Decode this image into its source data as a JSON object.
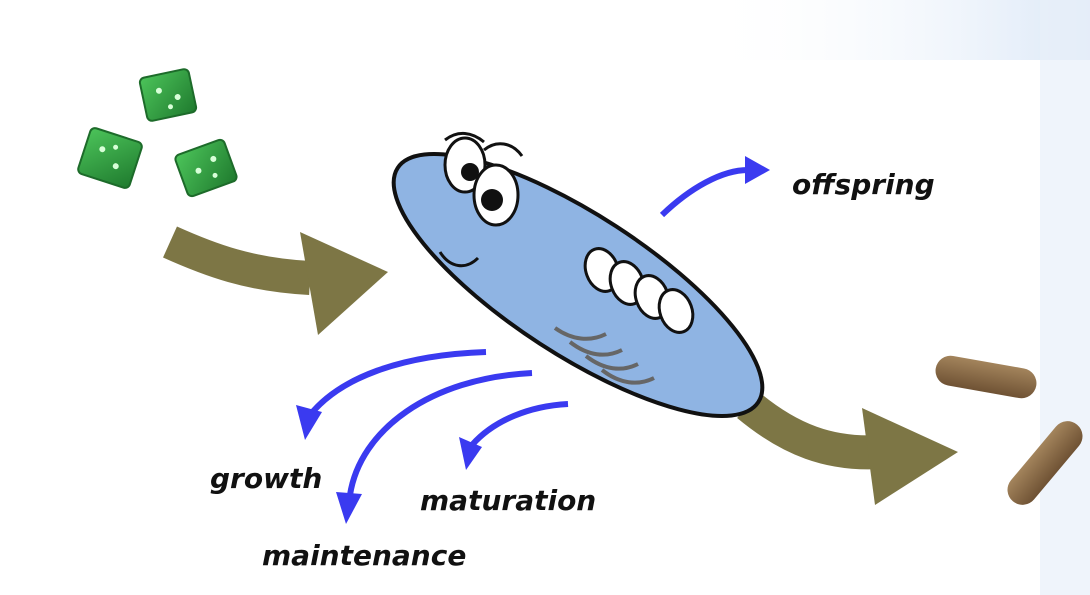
{
  "labels": {
    "offspring": "offspring",
    "growth": "growth",
    "maturation": "maturation",
    "maintenance": "maintenance"
  },
  "colors": {
    "background_wash": "#dce8f7",
    "food": "#2f9e3e",
    "food_dark": "#1d6b2a",
    "flow_arrow": "#7d7645",
    "energy_arrow": "#3a3af0",
    "organism_body": "#8fb4e3",
    "organism_outline": "#111111",
    "waste": "#8a6a45"
  },
  "icons": {
    "food": "food-pellet-icon",
    "organism": "cartoon-organism-icon",
    "waste": "feces-pellet-icon"
  }
}
